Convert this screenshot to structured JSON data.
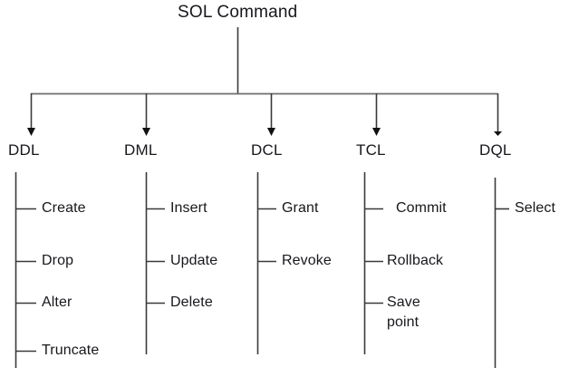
{
  "diagram": {
    "type": "tree",
    "orientation": "top-down",
    "root": {
      "label": "SOL Command"
    },
    "categories": [
      {
        "id": "ddl",
        "label": "DDL",
        "items": [
          {
            "label": "Create"
          },
          {
            "label": "Drop"
          },
          {
            "label": "Alter"
          },
          {
            "label": "Truncate"
          }
        ]
      },
      {
        "id": "dml",
        "label": "DML",
        "items": [
          {
            "label": "Insert"
          },
          {
            "label": "Update"
          },
          {
            "label": "Delete"
          }
        ]
      },
      {
        "id": "dcl",
        "label": "DCL",
        "items": [
          {
            "label": "Grant"
          },
          {
            "label": "Revoke"
          }
        ]
      },
      {
        "id": "tcl",
        "label": "TCL",
        "items": [
          {
            "label": "Commit"
          },
          {
            "label": "Rollback"
          },
          {
            "label": "Save"
          },
          {
            "label": "point"
          }
        ]
      },
      {
        "id": "dql",
        "label": "DQL",
        "items": [
          {
            "label": "Select"
          }
        ]
      }
    ],
    "colors": {
      "text": "#17171c",
      "line": "#3a3a3a",
      "line_light": "#8a8a8a",
      "background": "#ffffff"
    }
  }
}
